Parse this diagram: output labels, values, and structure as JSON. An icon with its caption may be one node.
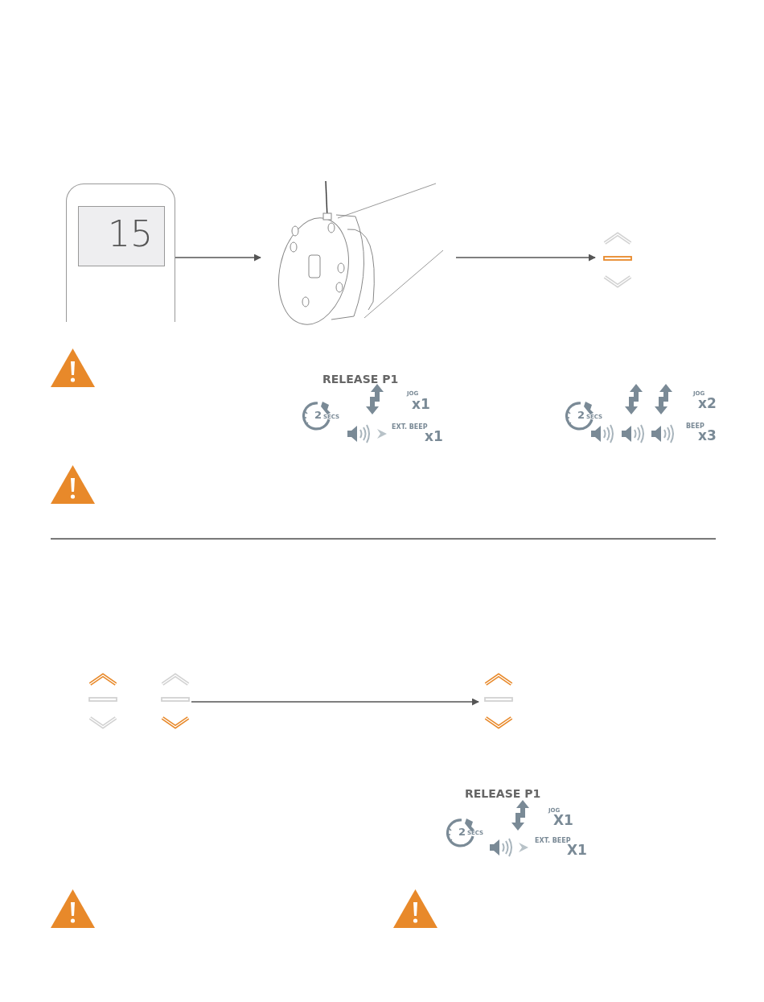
{
  "diagram": {
    "nodes": [
      {
        "text": [
          "15"
        ]
      },
      {
        "text": [],
        "shape": "picture"
      },
      {
        "text": [],
        "shape": "picture"
      },
      {
        "text": [],
        "shape": "picture"
      },
      {
        "text": [],
        "shape": "picture"
      },
      {
        "text": [],
        "shape": "picture"
      }
    ],
    "edges": [
      {
        "from": 0,
        "to": 1,
        "arrow": "to"
      },
      {
        "from": 1,
        "to": 2,
        "arrow": "to"
      },
      {
        "from": 4,
        "to": 5,
        "arrow": "to"
      }
    ],
    "labels": [
      "RELEASE P1",
      "2",
      "SECS",
      "JOG",
      "x1",
      "EXT. BEEP",
      "x1",
      "2",
      "SECS",
      "JOG",
      "x2",
      "BEEP",
      "x3",
      "RELEASE P1",
      "2",
      "SECS",
      "JOG",
      "X1",
      "EXT. BEEP",
      "X1"
    ]
  }
}
